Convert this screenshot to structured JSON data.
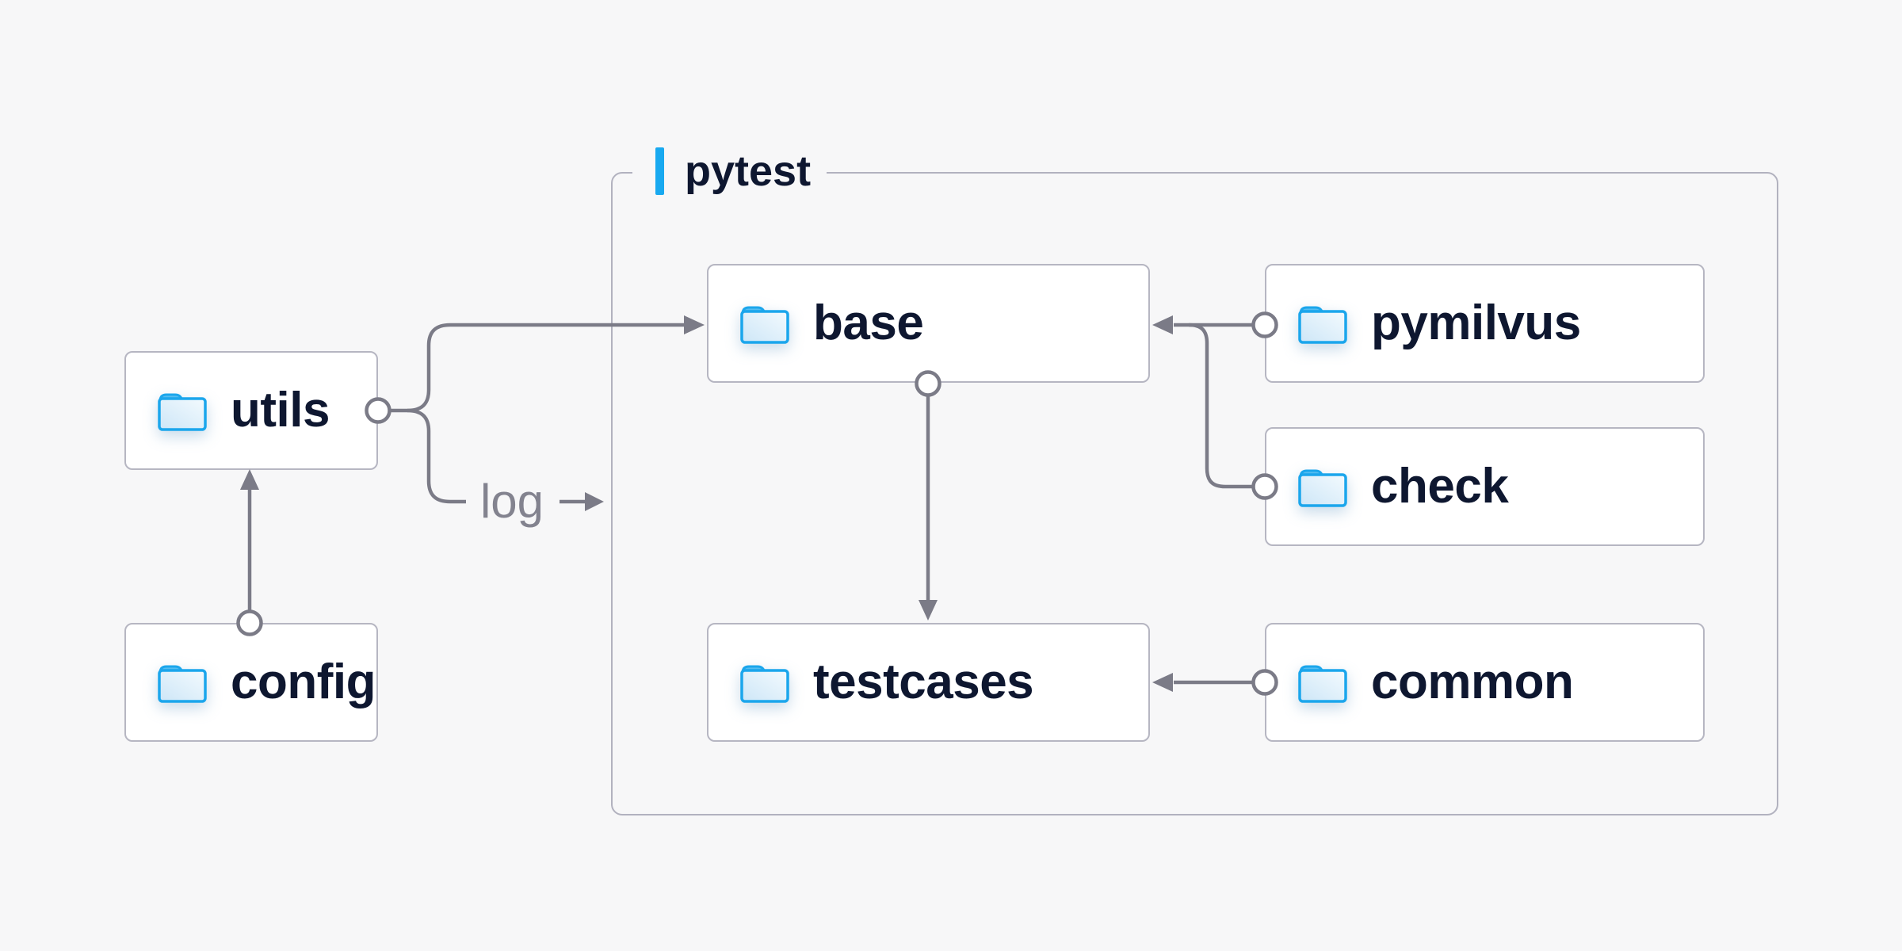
{
  "diagram": {
    "container_title": "pytest",
    "edge_label": "log",
    "nodes": [
      {
        "id": "utils",
        "label": "utils"
      },
      {
        "id": "config",
        "label": "config"
      },
      {
        "id": "base",
        "label": "base"
      },
      {
        "id": "pymilvus",
        "label": "pymilvus"
      },
      {
        "id": "check",
        "label": "check"
      },
      {
        "id": "testcases",
        "label": "testcases"
      },
      {
        "id": "common",
        "label": "common"
      }
    ],
    "edges": [
      {
        "from": "config",
        "to": "utils"
      },
      {
        "from": "utils",
        "to": "base"
      },
      {
        "from": "utils",
        "to": "log",
        "label": "log"
      },
      {
        "from": "pymilvus",
        "to": "base"
      },
      {
        "from": "check",
        "to": "base"
      },
      {
        "from": "base",
        "to": "testcases"
      },
      {
        "from": "common",
        "to": "testcases"
      }
    ],
    "colors": {
      "background": "#f7f7f8",
      "node_fill": "#ffffff",
      "node_border": "#b6b6c2",
      "container_border": "#b2b2bf",
      "accent_blue": "#18a9f0",
      "folder_blue": "#1ba6ec",
      "connector_gray": "#7b7b87",
      "text_navy": "#0e1730",
      "edge_label_gray": "#83838f"
    }
  }
}
